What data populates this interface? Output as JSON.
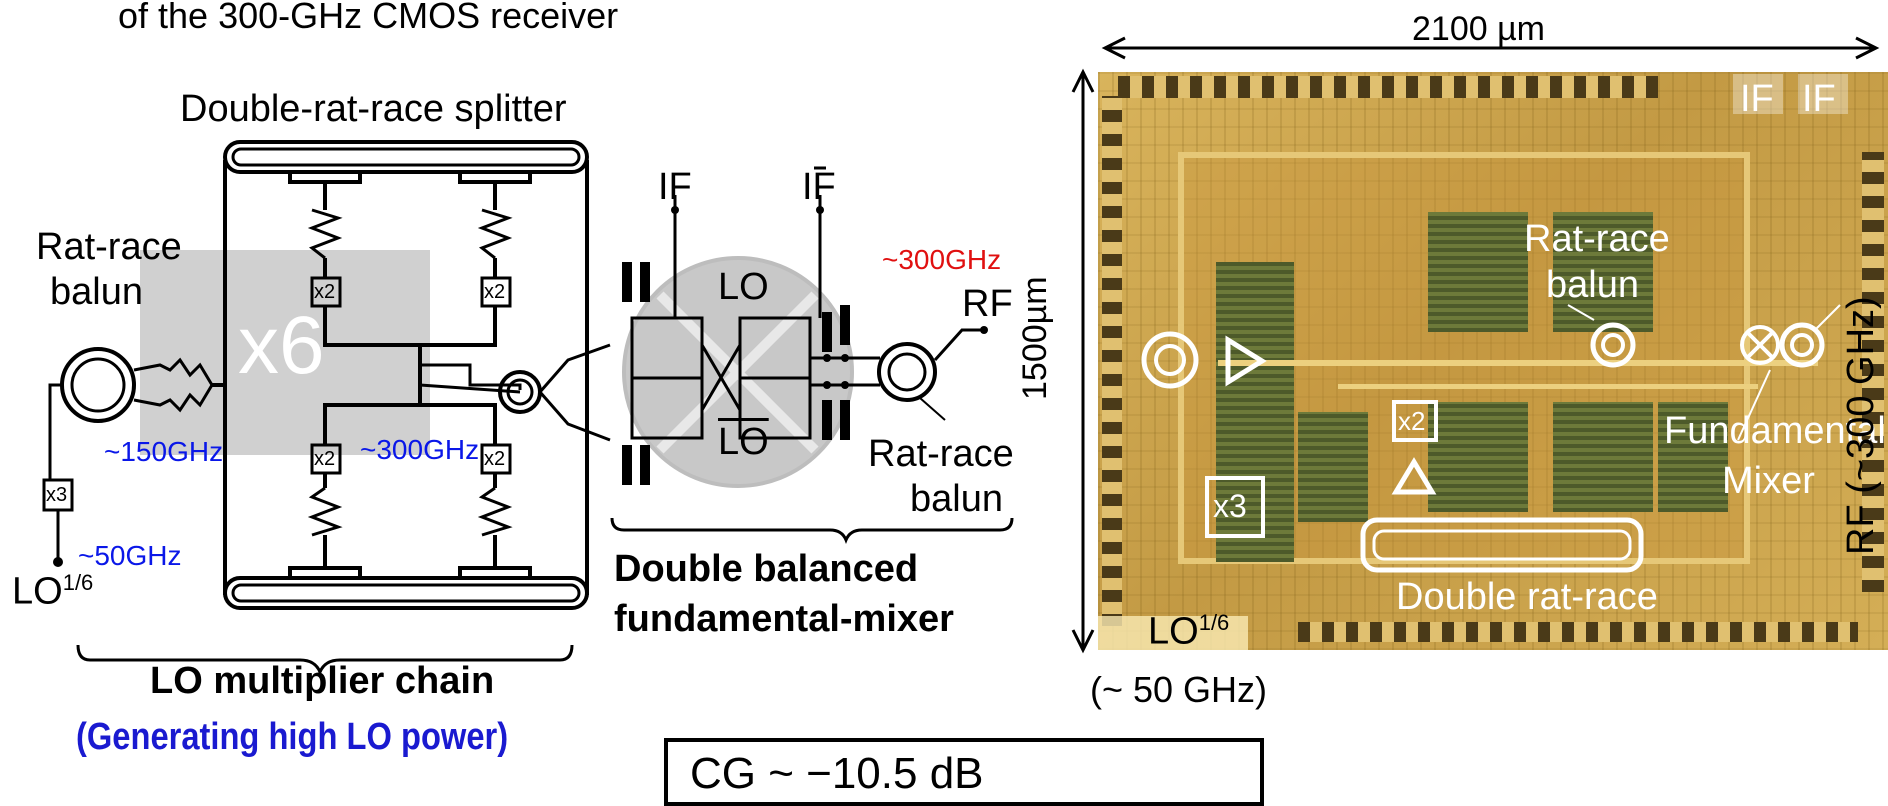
{
  "header": {
    "partial_title": "of the 300-GHz CMOS receiver"
  },
  "schematic": {
    "splitter_label": "Double-rat-race splitter",
    "balun_left_label_line1": "Rat-race",
    "balun_left_label_line2": "balun",
    "multiplier_big": "x6",
    "x2": "x2",
    "x3": "x3",
    "freq_150": "~150GHz",
    "freq_300_blue": "~300GHz",
    "freq_50": "~50GHz",
    "lo_in": "LO",
    "lo_sup": "1/6",
    "if1": "IF",
    "if2": "IF",
    "lo_top": "LO",
    "lo_bottom": "LO",
    "freq_300_red": "~300GHz",
    "rf": "RF",
    "balun_right_label_line1": "Rat-race",
    "balun_right_label_line2": "balun",
    "mixer_caption_line1": "Double balanced",
    "mixer_caption_line2": "fundamental-mixer",
    "chain_caption": "LO multiplier chain",
    "chain_subcaption": "(Generating high LO power)"
  },
  "chip": {
    "width_label": "2100 µm",
    "height_label": "1500µm",
    "if1": "IF",
    "if2": "IF",
    "balun_line1": "Rat-race",
    "balun_line2": "balun",
    "mixer_line1": "Fundamental",
    "mixer_line2": "Mixer",
    "x2": "x2",
    "x3": "x3",
    "double_ratrace": "Double rat-race",
    "lo": "LO",
    "lo_sup": "1/6",
    "rf_side": "RF (~300 GHz)",
    "lo_freq": "(~ 50 GHz)"
  },
  "result_box": {
    "text": "CG ~ −10.5 dB"
  },
  "colors": {
    "blue_text": "#0a17e8",
    "red_text": "#e01010",
    "chain_caption_blue": "#1a1ad0",
    "chip_gold": "#c8a24a",
    "chip_dark": "#5a5a2a"
  }
}
